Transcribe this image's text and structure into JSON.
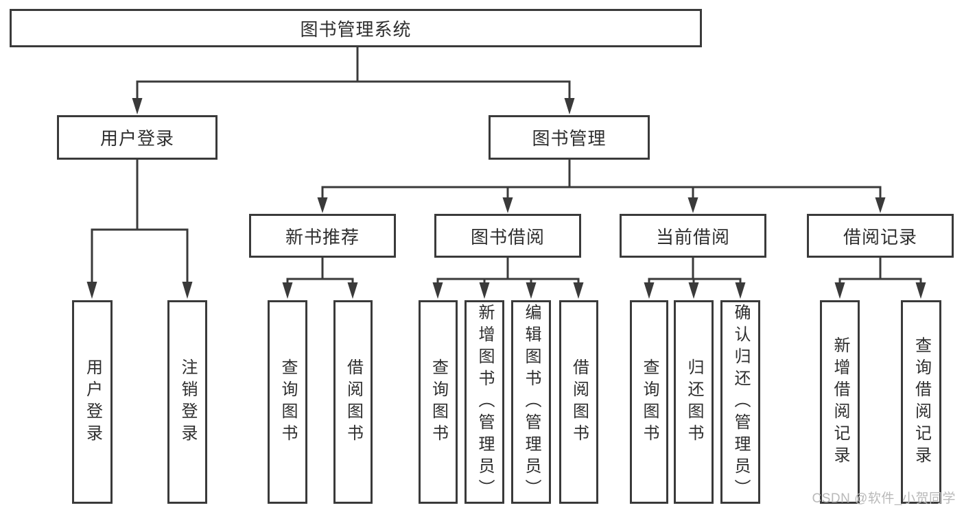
{
  "diagram": {
    "root": {
      "label": "图书管理系统"
    },
    "branches": [
      {
        "label": "用户登录",
        "leaves": [
          {
            "label": "用户登录"
          },
          {
            "label": "注销登录"
          }
        ]
      },
      {
        "label": "图书管理",
        "groups": [
          {
            "label": "新书推荐",
            "leaves": [
              {
                "label": "查询图书"
              },
              {
                "label": "借阅图书"
              }
            ]
          },
          {
            "label": "图书借阅",
            "leaves": [
              {
                "label": "查询图书"
              },
              {
                "label": "新增图书（管理员）"
              },
              {
                "label": "编辑图书（管理员）"
              },
              {
                "label": "借阅图书"
              }
            ]
          },
          {
            "label": "当前借阅",
            "leaves": [
              {
                "label": "查询图书"
              },
              {
                "label": "归还图书"
              },
              {
                "label": "确认归还（管理员）"
              }
            ]
          },
          {
            "label": "借阅记录",
            "leaves": [
              {
                "label": "新增借阅记录"
              },
              {
                "label": "查询借阅记录"
              }
            ]
          }
        ]
      }
    ]
  },
  "watermark": {
    "text": "CSDN @软件_小贺同学",
    "color": "#b9b9b9"
  },
  "colors": {
    "line": "#3a3a3a",
    "text": "#2e2e2e",
    "node_background": "#ffffff",
    "page_background": "#ffffff"
  }
}
